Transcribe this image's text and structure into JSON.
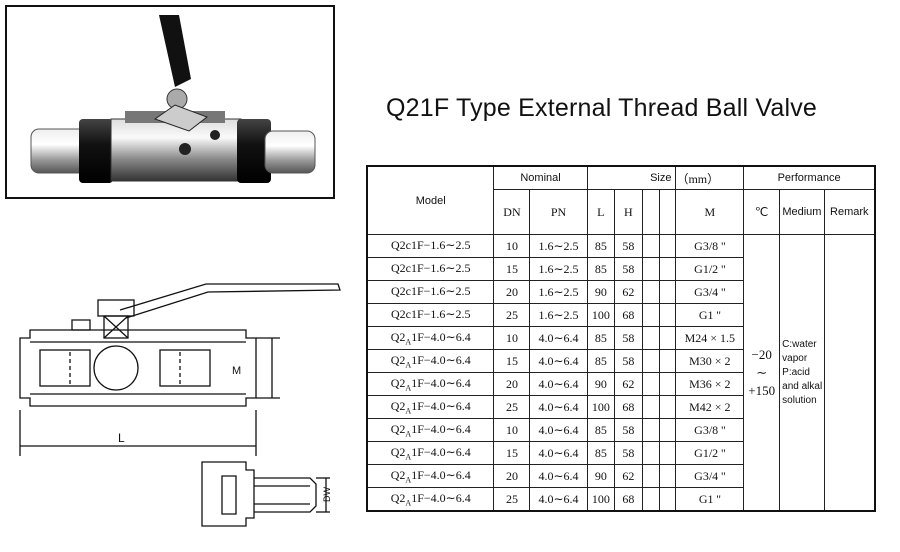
{
  "title": "Q21F Type External Thread Ball Valve",
  "drawing_labels": {
    "m": "M",
    "l": "L",
    "dw": "DW"
  },
  "table": {
    "headers": {
      "model": "Model",
      "nominal": "Nominal",
      "size": "Size",
      "size_unit": "（mm）",
      "performance": "Performance",
      "dn": "DN",
      "pn": "PN",
      "l": "L",
      "h": "H",
      "m": "M",
      "temp": "℃",
      "medium": "Medium",
      "remark": "Remark"
    },
    "rows": [
      {
        "model_pre": "Q2c1F",
        "model_sub": "",
        "model_post": "−1.6∼2.5",
        "dn": "10",
        "pn": "1.6∼2.5",
        "l": "85",
        "h": "58",
        "m": "G3/8 ''"
      },
      {
        "model_pre": "Q2c1F",
        "model_sub": "",
        "model_post": "−1.6∼2.5",
        "dn": "15",
        "pn": "1.6∼2.5",
        "l": "85",
        "h": "58",
        "m": "G1/2 ''"
      },
      {
        "model_pre": "Q2c1F",
        "model_sub": "",
        "model_post": "−1.6∼2.5",
        "dn": "20",
        "pn": "1.6∼2.5",
        "l": "90",
        "h": "62",
        "m": "G3/4 ''"
      },
      {
        "model_pre": "Q2c1F",
        "model_sub": "",
        "model_post": "−1.6∼2.5",
        "dn": "25",
        "pn": "1.6∼2.5",
        "l": "100",
        "h": "68",
        "m": "G1 ''"
      },
      {
        "model_pre": "Q2",
        "model_sub": "A",
        "model_post": "1F−4.0∼6.4",
        "dn": "10",
        "pn": "4.0∼6.4",
        "l": "85",
        "h": "58",
        "m": "M24 × 1.5"
      },
      {
        "model_pre": "Q2",
        "model_sub": "A",
        "model_post": "1F−4.0∼6.4",
        "dn": "15",
        "pn": "4.0∼6.4",
        "l": "85",
        "h": "58",
        "m": "M30 × 2"
      },
      {
        "model_pre": "Q2",
        "model_sub": "A",
        "model_post": "1F−4.0∼6.4",
        "dn": "20",
        "pn": "4.0∼6.4",
        "l": "90",
        "h": "62",
        "m": "M36 × 2"
      },
      {
        "model_pre": "Q2",
        "model_sub": "A",
        "model_post": "1F−4.0∼6.4",
        "dn": "25",
        "pn": "4.0∼6.4",
        "l": "100",
        "h": "68",
        "m": "M42 × 2"
      },
      {
        "model_pre": "Q2",
        "model_sub": "A",
        "model_post": "1F−4.0∼6.4",
        "dn": "10",
        "pn": "4.0∼6.4",
        "l": "85",
        "h": "58",
        "m": "G3/8 ''"
      },
      {
        "model_pre": "Q2",
        "model_sub": "A",
        "model_post": "1F−4.0∼6.4",
        "dn": "15",
        "pn": "4.0∼6.4",
        "l": "85",
        "h": "58",
        "m": "G1/2 ''"
      },
      {
        "model_pre": "Q2",
        "model_sub": "A",
        "model_post": "1F−4.0∼6.4",
        "dn": "20",
        "pn": "4.0∼6.4",
        "l": "90",
        "h": "62",
        "m": "G3/4 ''"
      },
      {
        "model_pre": "Q2",
        "model_sub": "A",
        "model_post": "1F−4.0∼6.4",
        "dn": "25",
        "pn": "4.0∼6.4",
        "l": "100",
        "h": "68",
        "m": "G1 ''"
      }
    ],
    "performance": {
      "temp_lines": [
        "−20",
        "∼",
        "+150"
      ],
      "medium_lines": [
        "C:water",
        "vapor",
        "P:acid",
        "and alkal",
        "solution"
      ]
    }
  }
}
